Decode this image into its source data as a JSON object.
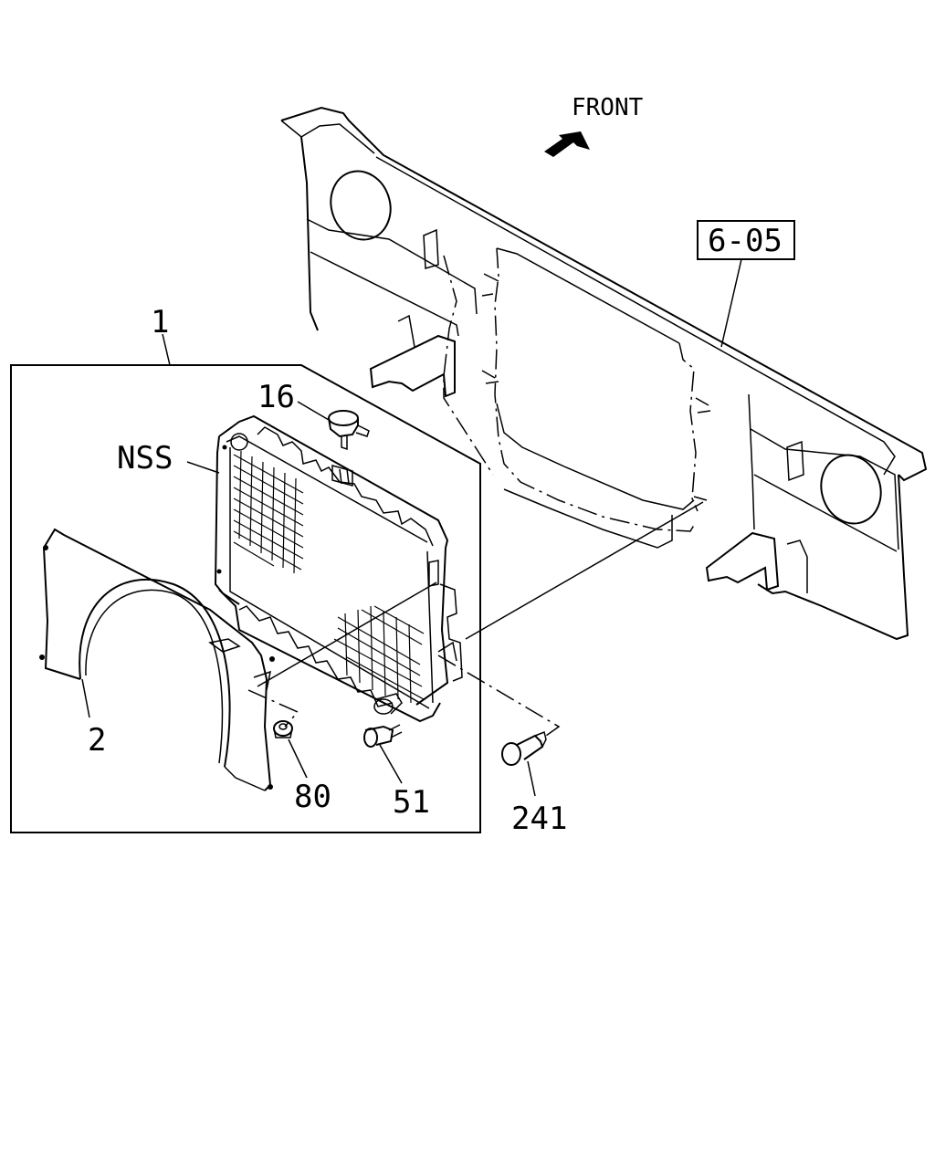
{
  "direction_label": "FRONT",
  "reference": "6-05",
  "callouts": {
    "assembly": "1",
    "shroud": "2",
    "cap": "16",
    "nss": "NSS",
    "nut": "80",
    "drain": "51",
    "bolt": "241"
  },
  "colors": {
    "line": "#000000",
    "background": "#ffffff"
  }
}
